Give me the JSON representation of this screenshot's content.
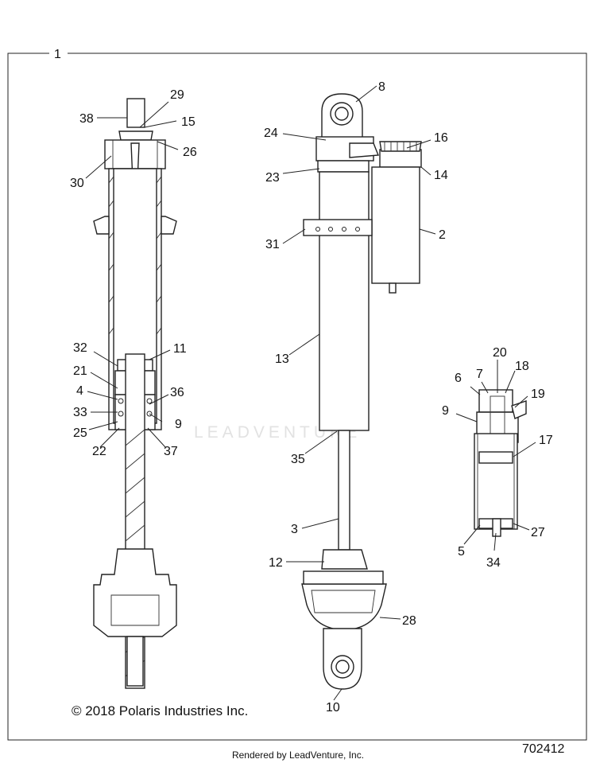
{
  "callouts": {
    "c1": "1",
    "c2": "2",
    "c3": "3",
    "c4": "4",
    "c5": "5",
    "c6": "6",
    "c7": "7",
    "c8": "8",
    "c9a": "9",
    "c9b": "9",
    "c10": "10",
    "c11": "11",
    "c12": "12",
    "c13": "13",
    "c14": "14",
    "c15": "15",
    "c16": "16",
    "c17": "17",
    "c18": "18",
    "c19": "19",
    "c20": "20",
    "c21": "21",
    "c22": "22",
    "c23": "23",
    "c24": "24",
    "c25": "25",
    "c26": "26",
    "c27": "27",
    "c28": "28",
    "c29": "29",
    "c30": "30",
    "c31": "31",
    "c32": "32",
    "c33": "33",
    "c34": "34",
    "c35": "35",
    "c36": "36",
    "c37": "37",
    "c38": "38"
  },
  "copyright": "© 2018 Polaris Industries Inc.",
  "rendered_by": "Rendered by LeadVenture, Inc.",
  "drawing_number": "702412",
  "watermark": "LEADVENTURE"
}
